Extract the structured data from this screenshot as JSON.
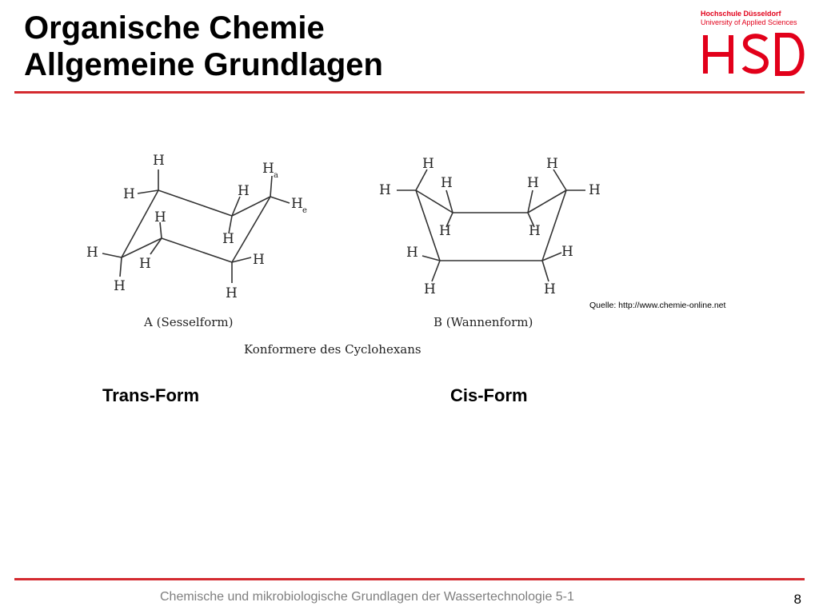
{
  "title": {
    "line1": "Organische Chemie",
    "line2": "Allgemeine Grundlagen"
  },
  "logo": {
    "line1": "Hochschule Düsseldorf",
    "line2": "University of Applied Sciences",
    "mark": "HSD",
    "color": "#e2001a"
  },
  "figure": {
    "atom_label": "H",
    "axial_sub": "a",
    "equatorial_sub": "e",
    "caption_a": "A (Sesselform)",
    "caption_b": "B (Wannenform)",
    "caption_main": "Konformere des Cyclohexans"
  },
  "source": "Quelle: http://www.chemie-online.net",
  "labels": {
    "trans": "Trans-Form",
    "cis": "Cis-Form"
  },
  "footer": {
    "text": "Chemische und mikrobiologische Grundlagen der Wassertechnologie 5-1",
    "page": "8"
  },
  "colors": {
    "rule": "#d42a2f",
    "footer_text": "#7f7f7f"
  }
}
